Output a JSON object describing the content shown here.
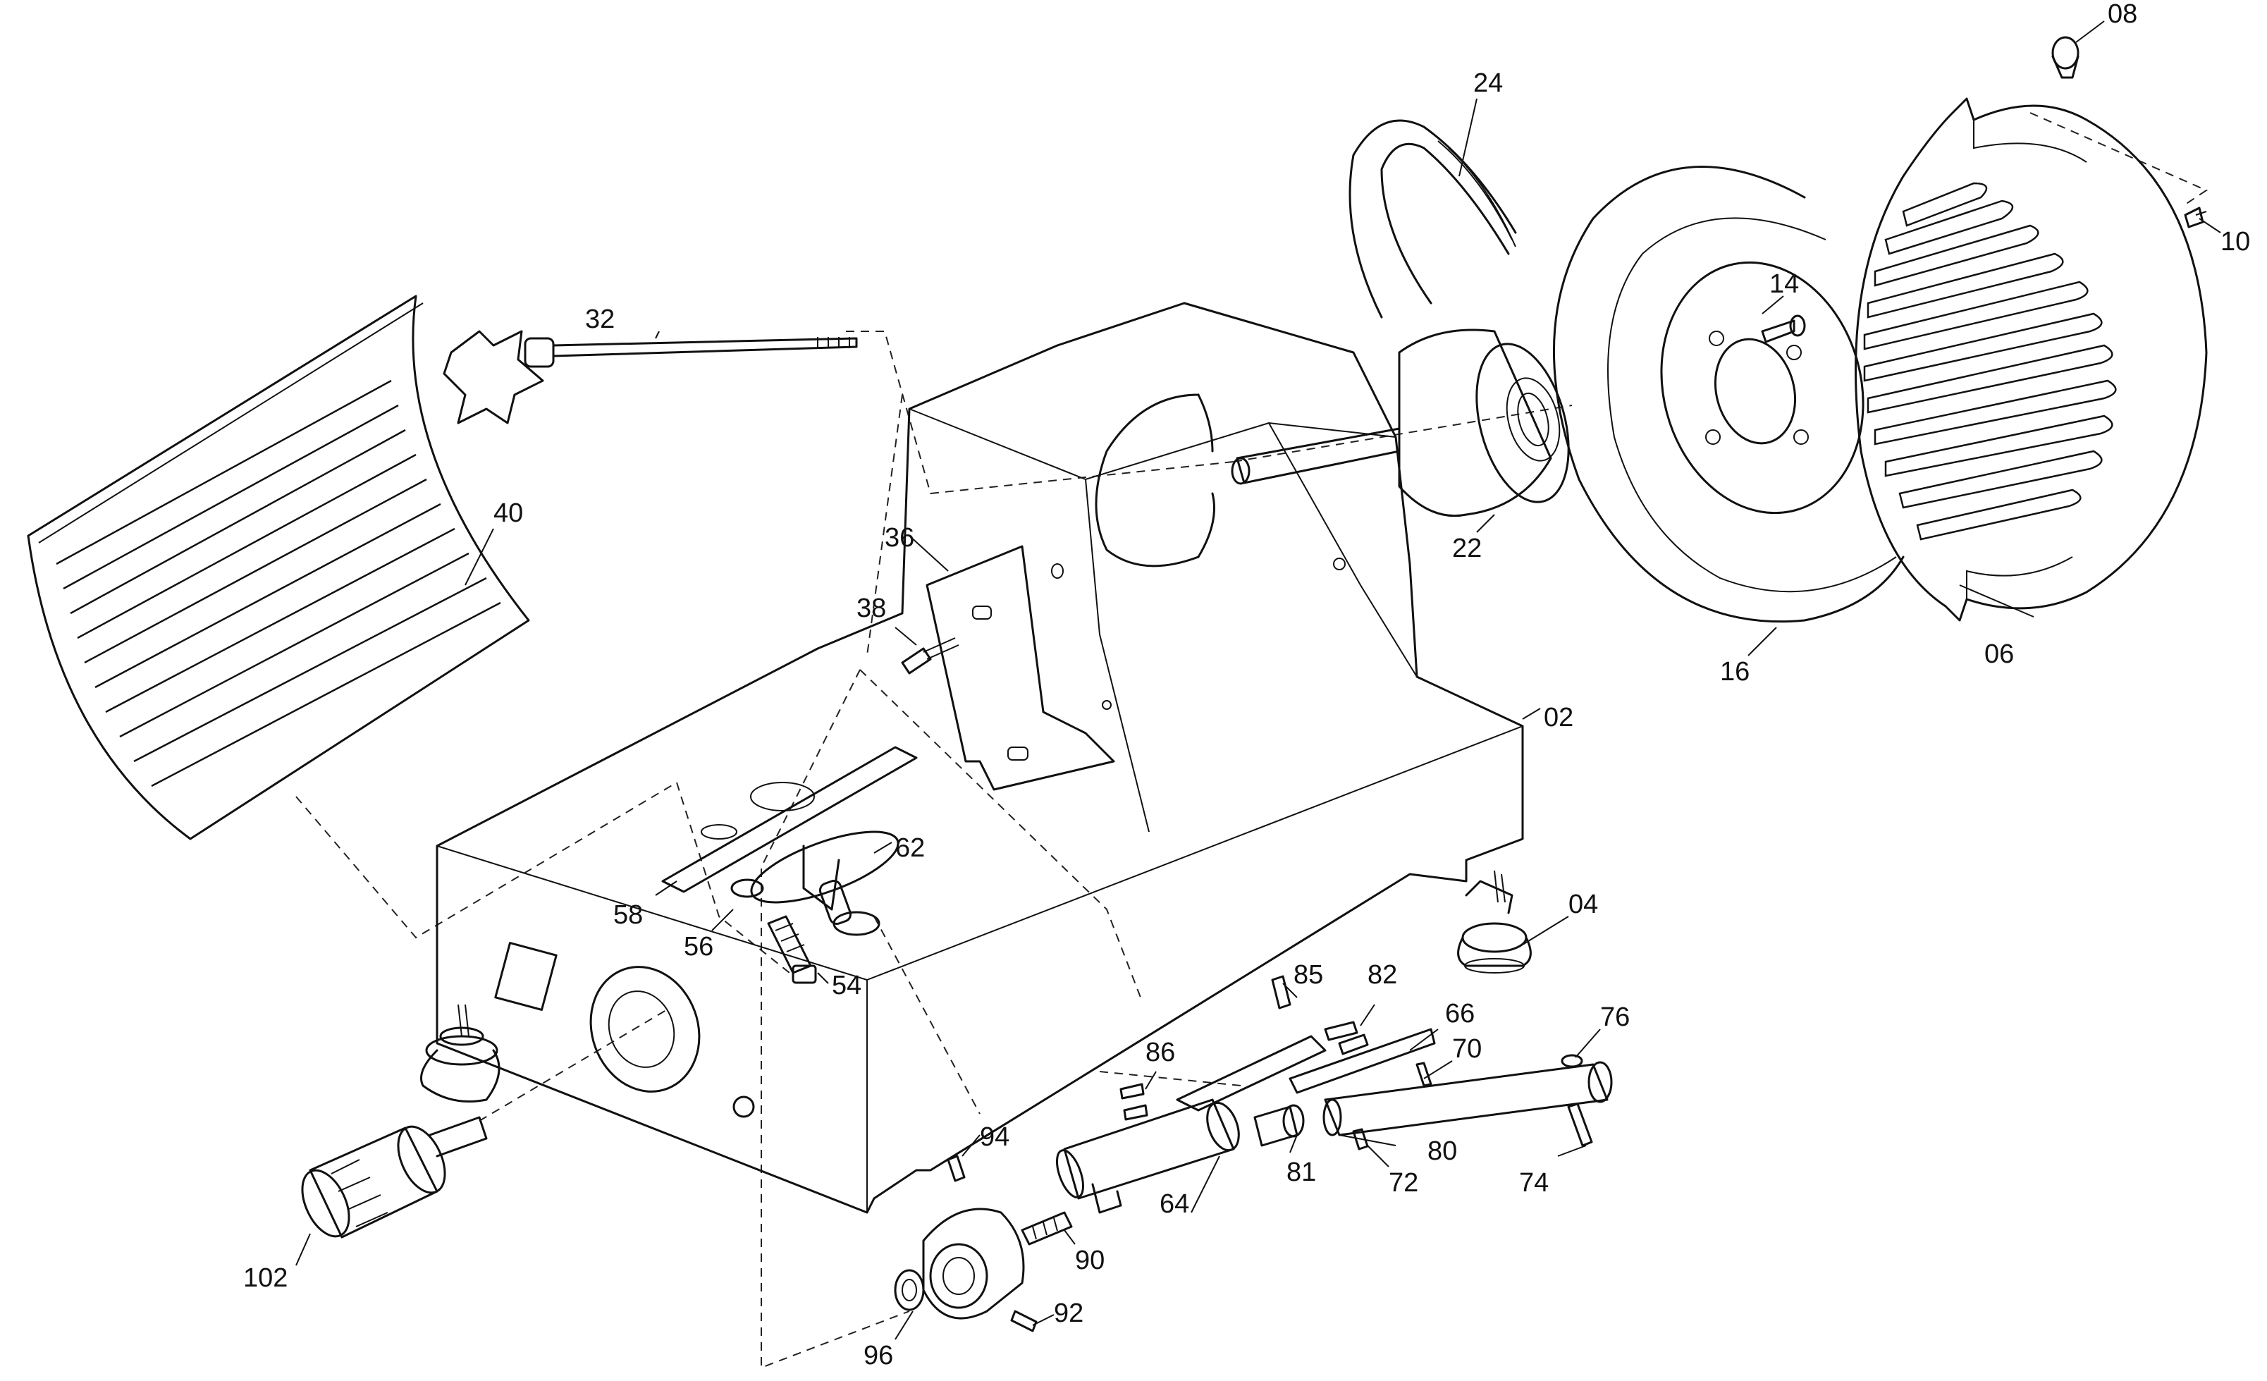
{
  "figure": {
    "type": "exploded parts diagram",
    "callouts": [
      "02",
      "04",
      "06",
      "08",
      "10",
      "14",
      "16",
      "22",
      "24",
      "32",
      "36",
      "38",
      "40",
      "54",
      "56",
      "58",
      "62",
      "64",
      "66",
      "70",
      "72",
      "74",
      "76",
      "80",
      "81",
      "82",
      "85",
      "86",
      "90",
      "92",
      "94",
      "96",
      "102"
    ]
  }
}
